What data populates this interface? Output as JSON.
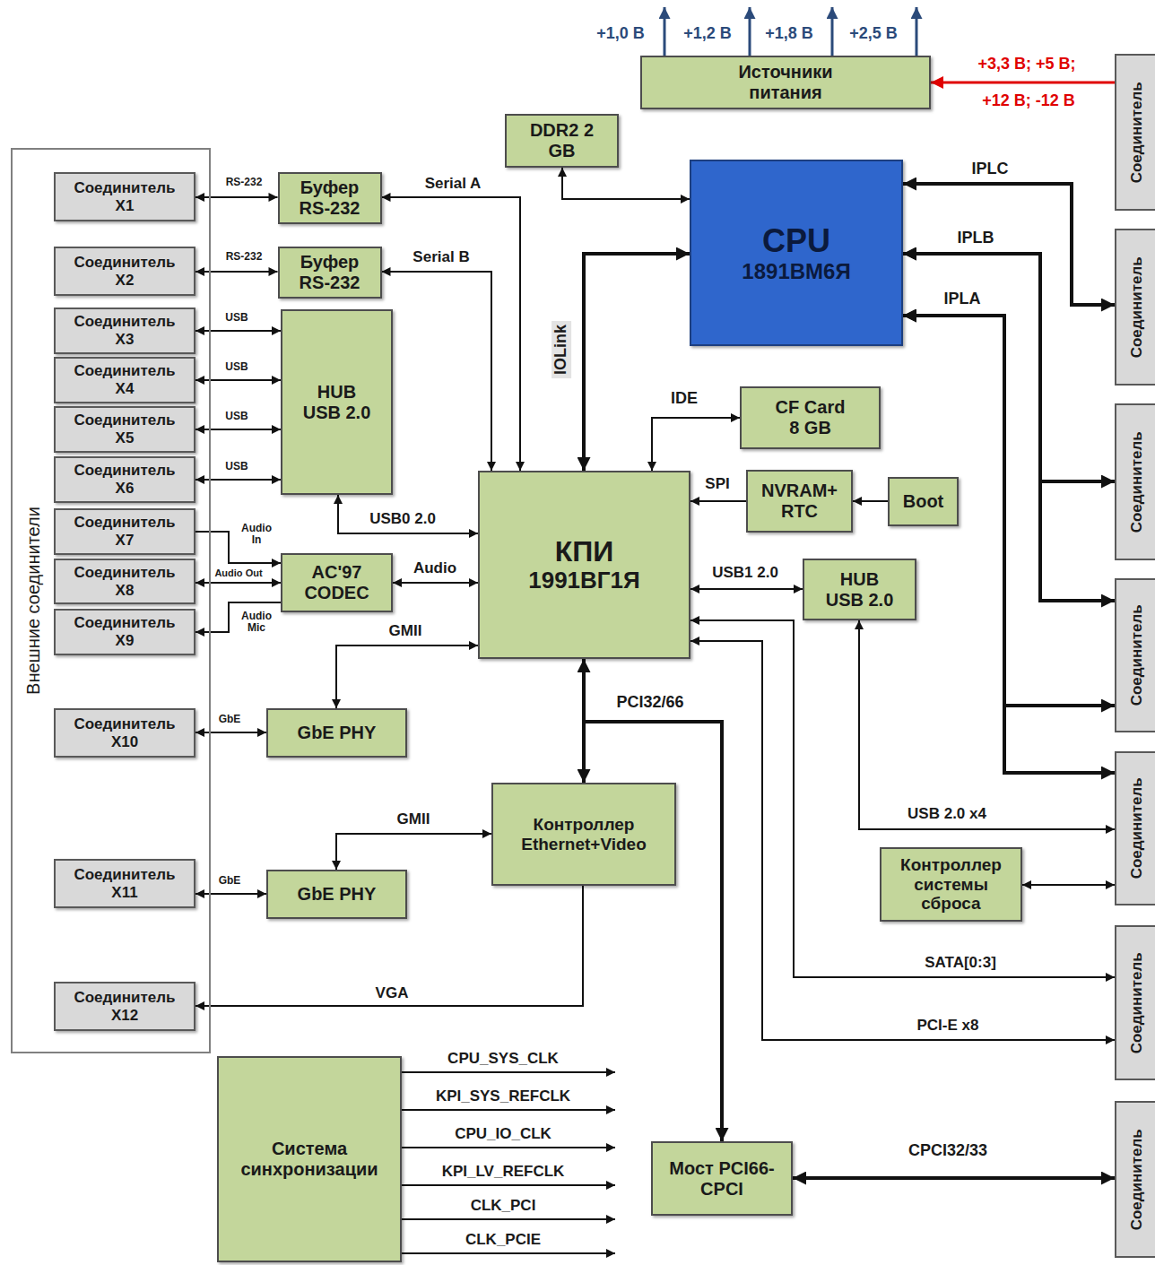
{
  "diagram": {
    "nodes": [
      {
        "text": [
          "Источники питания"
        ]
      },
      {
        "text": [
          "DDR2 2 GB"
        ]
      },
      {
        "text": [
          "CPU",
          "1891ВМ6Я"
        ]
      },
      {
        "text": [
          "Внешние соединители"
        ]
      },
      {
        "text": [
          "Соединитель X1"
        ],
        "in": 3
      },
      {
        "text": [
          "Соединитель X2"
        ],
        "in": 3
      },
      {
        "text": [
          "Соединитель X3"
        ],
        "in": 3
      },
      {
        "text": [
          "Соединитель X4"
        ],
        "in": 3
      },
      {
        "text": [
          "Соединитель X5"
        ],
        "in": 3
      },
      {
        "text": [
          "Соединитель X6"
        ],
        "in": 3
      },
      {
        "text": [
          "Соединитель X7"
        ],
        "in": 3
      },
      {
        "text": [
          "Соединитель X8"
        ],
        "in": 3
      },
      {
        "text": [
          "Соединитель X9"
        ],
        "in": 3
      },
      {
        "text": [
          "Соединитель X10"
        ],
        "in": 3
      },
      {
        "text": [
          "Соединитель X11"
        ],
        "in": 3
      },
      {
        "text": [
          "Соединитель X12"
        ],
        "in": 3
      },
      {
        "text": [
          "Буфер RS-232"
        ]
      },
      {
        "text": [
          "Буфер RS-232"
        ]
      },
      {
        "text": [
          "HUB USB 2.0"
        ]
      },
      {
        "text": [
          "AC'97 CODEC"
        ]
      },
      {
        "text": [
          "GbE PHY"
        ]
      },
      {
        "text": [
          "GbE PHY"
        ]
      },
      {
        "text": [
          "КПИ",
          "1991ВГ1Я"
        ]
      },
      {
        "text": [
          "CF Card 8 GB"
        ]
      },
      {
        "text": [
          "NVRAM+ RTC"
        ]
      },
      {
        "text": [
          "Boot"
        ]
      },
      {
        "text": [
          "HUB USB 2.0"
        ]
      },
      {
        "text": [
          "Контроллер Ethernet+Video"
        ]
      },
      {
        "text": [
          "Контроллер системы сброса"
        ]
      },
      {
        "text": [
          "Система синхронизации"
        ]
      },
      {
        "text": [
          "Мост PCI66-CPCI"
        ]
      },
      {
        "text": [
          "Соединитель"
        ]
      },
      {
        "text": [
          "Соединитель"
        ]
      },
      {
        "text": [
          "Соединитель"
        ]
      },
      {
        "text": [
          "Соединитель"
        ]
      },
      {
        "text": [
          "Соединитель"
        ]
      },
      {
        "text": [
          "Соединитель"
        ]
      },
      {
        "text": [
          "Соединитель"
        ]
      }
    ],
    "edges": [
      {
        "from": 4,
        "to": 16,
        "arrow": "both",
        "label": "RS-232"
      },
      {
        "from": 5,
        "to": 17,
        "arrow": "both",
        "label": "RS-232"
      },
      {
        "from": 6,
        "to": 18,
        "arrow": "both",
        "label": "USB"
      },
      {
        "from": 7,
        "to": 18,
        "arrow": "both",
        "label": "USB"
      },
      {
        "from": 8,
        "to": 18,
        "arrow": "both",
        "label": "USB"
      },
      {
        "from": 9,
        "to": 18,
        "arrow": "both",
        "label": "USB"
      },
      {
        "from": 10,
        "to": 19,
        "arrow": "to",
        "label": "Audio In"
      },
      {
        "from": 11,
        "to": 19,
        "arrow": "both",
        "label": "Audio Out"
      },
      {
        "from": 19,
        "to": 12,
        "arrow": "to",
        "label": "Audio Mic"
      },
      {
        "from": 13,
        "to": 20,
        "arrow": "both",
        "label": "GbE"
      },
      {
        "from": 14,
        "to": 21,
        "arrow": "both",
        "label": "GbE"
      },
      {
        "from": 27,
        "to": 15,
        "arrow": "to",
        "label": "VGA"
      },
      {
        "from": 16,
        "to": 22,
        "arrow": "both",
        "label": "Serial A"
      },
      {
        "from": 17,
        "to": 22,
        "arrow": "both",
        "label": "Serial B"
      },
      {
        "from": 18,
        "to": 22,
        "arrow": "both",
        "label": "USB0 2.0"
      },
      {
        "from": 19,
        "to": 22,
        "arrow": "both",
        "label": "Audio"
      },
      {
        "from": 22,
        "to": 20,
        "arrow": "both",
        "label": "GMII"
      },
      {
        "from": 27,
        "to": 21,
        "arrow": "both",
        "label": "GMII"
      },
      {
        "from": 22,
        "to": 27,
        "arrow": "both",
        "label": "PCI32/66"
      },
      {
        "from": 22,
        "to": 30,
        "arrow": "to"
      },
      {
        "from": 30,
        "to": 37,
        "arrow": "both",
        "label": "CPCI32/33"
      },
      {
        "from": 1,
        "to": 2,
        "arrow": "both"
      },
      {
        "from": 2,
        "to": 22,
        "arrow": "both",
        "label": "IOLink"
      },
      {
        "from": 22,
        "to": 23,
        "arrow": "both",
        "label": "IDE"
      },
      {
        "from": 24,
        "to": 22,
        "arrow": "to",
        "label": "SPI"
      },
      {
        "from": 25,
        "to": 24,
        "arrow": "to"
      },
      {
        "from": 22,
        "to": 26,
        "arrow": "both",
        "label": "USB1 2.0"
      },
      {
        "from": 26,
        "to": 35,
        "arrow": "both",
        "label": "USB 2.0 x4"
      },
      {
        "from": 28,
        "to": 35,
        "arrow": "both"
      },
      {
        "from": 22,
        "to": 36,
        "arrow": "both",
        "label": "SATA[0:3]"
      },
      {
        "from": 22,
        "to": 36,
        "arrow": "both",
        "label": "PCI-E x8"
      },
      {
        "from": 2,
        "to": 32,
        "arrow": "both",
        "label": "IPLC"
      },
      {
        "from": 2,
        "to": 33,
        "arrow": "both",
        "label": "IPLB"
      },
      {
        "from": 2,
        "to": 34,
        "arrow": "both"
      },
      {
        "from": 2,
        "to": 34,
        "arrow": "both",
        "label": "IPLA"
      },
      {
        "from": 2,
        "to": 35,
        "arrow": "both"
      },
      {
        "from": 31,
        "to": 0,
        "arrow": "to"
      }
    ],
    "labels": [
      "+1,0 В",
      "+1,2 В",
      "+1,8 В",
      "+2,5 В",
      "+3,3 В; +5 В;",
      "+12 В; -12 В",
      "CPU_SYS_CLK",
      "KPI_SYS_REFCLK",
      "CPU_IO_CLK",
      "KPI_LV_REFCLK",
      "CLK_PCI",
      "CLK_PCIE"
    ]
  }
}
